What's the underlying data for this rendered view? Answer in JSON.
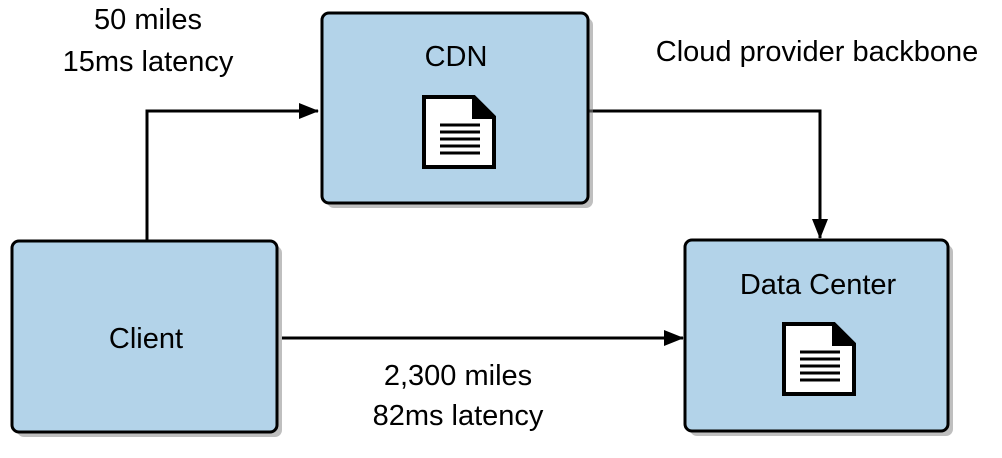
{
  "nodes": {
    "cdn": {
      "label": "CDN",
      "icon": "document-icon"
    },
    "client": {
      "label": "Client"
    },
    "datacenter": {
      "label": "Data Center",
      "icon": "document-icon"
    }
  },
  "edges": {
    "client_to_cdn": {
      "line1": "50 miles",
      "line2": "15ms latency"
    },
    "cdn_to_datacenter": {
      "label": "Cloud provider backbone"
    },
    "client_to_datacenter": {
      "line1": "2,300 miles",
      "line2": "82ms latency"
    }
  },
  "colors": {
    "node_fill": "#b3d3e9",
    "stroke": "#000000",
    "background": "#ffffff"
  }
}
